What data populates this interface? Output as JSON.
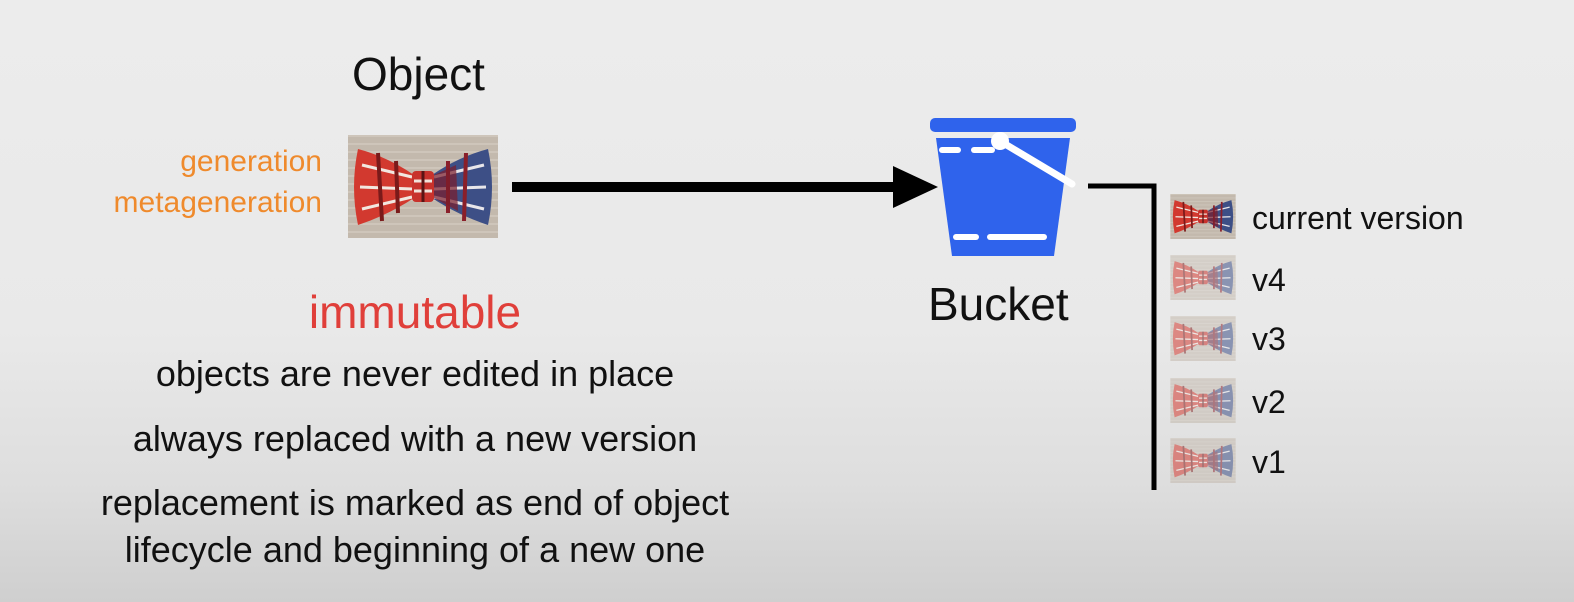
{
  "object": {
    "title": "Object",
    "meta_lines": [
      "generation",
      "metageneration"
    ],
    "icon": "bow-tie-image"
  },
  "bucket": {
    "label": "Bucket",
    "color": "#2f63ec",
    "icon": "bucket-icon"
  },
  "immutability": {
    "heading": "immutable",
    "heading_color": "#e03f3a",
    "lines": [
      "objects are never edited in place",
      "always replaced with a new version",
      "replacement is marked as end of object",
      "lifecycle and beginning of a new one"
    ]
  },
  "versions": [
    {
      "label": "current version",
      "faded": false
    },
    {
      "label": "v4",
      "faded": true
    },
    {
      "label": "v3",
      "faded": true
    },
    {
      "label": "v2",
      "faded": true
    },
    {
      "label": "v1",
      "faded": true
    }
  ],
  "colors": {
    "meta_text": "#ef8a2c",
    "background": "#ebebeb"
  }
}
